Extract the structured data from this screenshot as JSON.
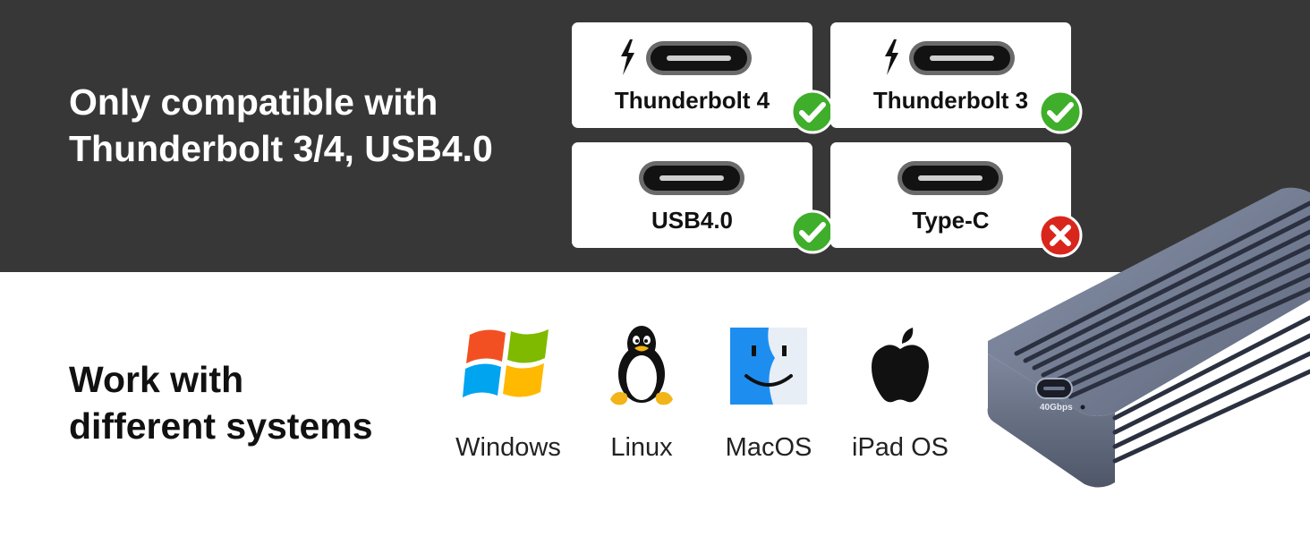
{
  "top_section": {
    "heading_line1": "Only compatible with",
    "heading_line2": "Thunderbolt 3/4, USB4.0"
  },
  "ports": [
    {
      "label": "Thunderbolt 4",
      "icon": "thunderbolt-bolt-icon",
      "compatible": true
    },
    {
      "label": "Thunderbolt 3",
      "icon": "thunderbolt-bolt-icon",
      "compatible": true
    },
    {
      "label": "USB4.0",
      "icon": "usb-c-connector-icon",
      "compatible": true
    },
    {
      "label": "Type-C",
      "icon": "usb-c-connector-icon",
      "compatible": false
    }
  ],
  "bottom_section": {
    "heading_line1": "Work with",
    "heading_line2": "different systems"
  },
  "systems": [
    {
      "label": "Windows",
      "icon": "windows-logo-icon"
    },
    {
      "label": "Linux",
      "icon": "linux-penguin-icon"
    },
    {
      "label": "MacOS",
      "icon": "macos-finder-icon"
    },
    {
      "label": "iPad OS",
      "icon": "apple-logo-icon"
    }
  ],
  "product": {
    "port_marking": "40Gbps"
  },
  "colors": {
    "dark_band": "#373737",
    "check_green": "#3fae2a",
    "cross_red": "#d9261c"
  }
}
